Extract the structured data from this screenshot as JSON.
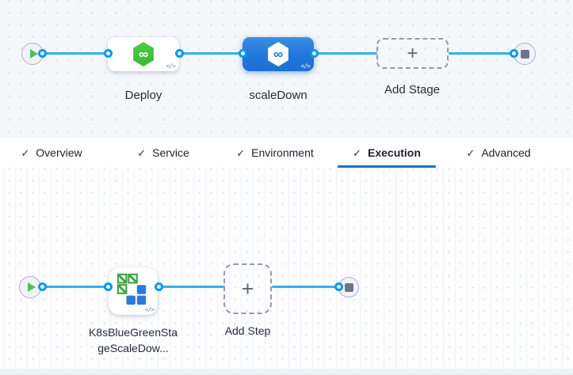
{
  "pipeline_graph": {
    "stages": [
      {
        "label": "Deploy",
        "icon": "harness-deploy-icon",
        "selected": false
      },
      {
        "label": "scaleDown",
        "icon": "harness-deploy-icon",
        "selected": true
      }
    ],
    "add_stage_label": "Add Stage",
    "start_node": "play-icon",
    "end_node": "stop-icon"
  },
  "tabs": [
    {
      "label": "Overview",
      "checked": true,
      "active": false
    },
    {
      "label": "Service",
      "checked": true,
      "active": false
    },
    {
      "label": "Environment",
      "checked": true,
      "active": false
    },
    {
      "label": "Execution",
      "checked": true,
      "active": true
    },
    {
      "label": "Advanced",
      "checked": true,
      "active": false
    }
  ],
  "execution_graph": {
    "steps": [
      {
        "label": "K8sBlueGreenStageScaleDow...",
        "icon": "k8s-blue-green-scale-icon"
      }
    ],
    "add_step_label": "Add Step",
    "start_node": "play-icon",
    "end_node": "stop-icon"
  },
  "icons": {
    "check": "✓",
    "plus": "+",
    "infinity": "∞",
    "code_glyph": "</>"
  },
  "colors": {
    "edge_blue": "#33b1ef",
    "port_ring_blue": "#0898f0",
    "selected_stage_blue": "#2176d9",
    "active_tab_underline": "#1b6fc8",
    "harness_green": "#43c13c",
    "k8s_blue": "#2b7bd9",
    "k8s_green": "#3fa23f"
  }
}
